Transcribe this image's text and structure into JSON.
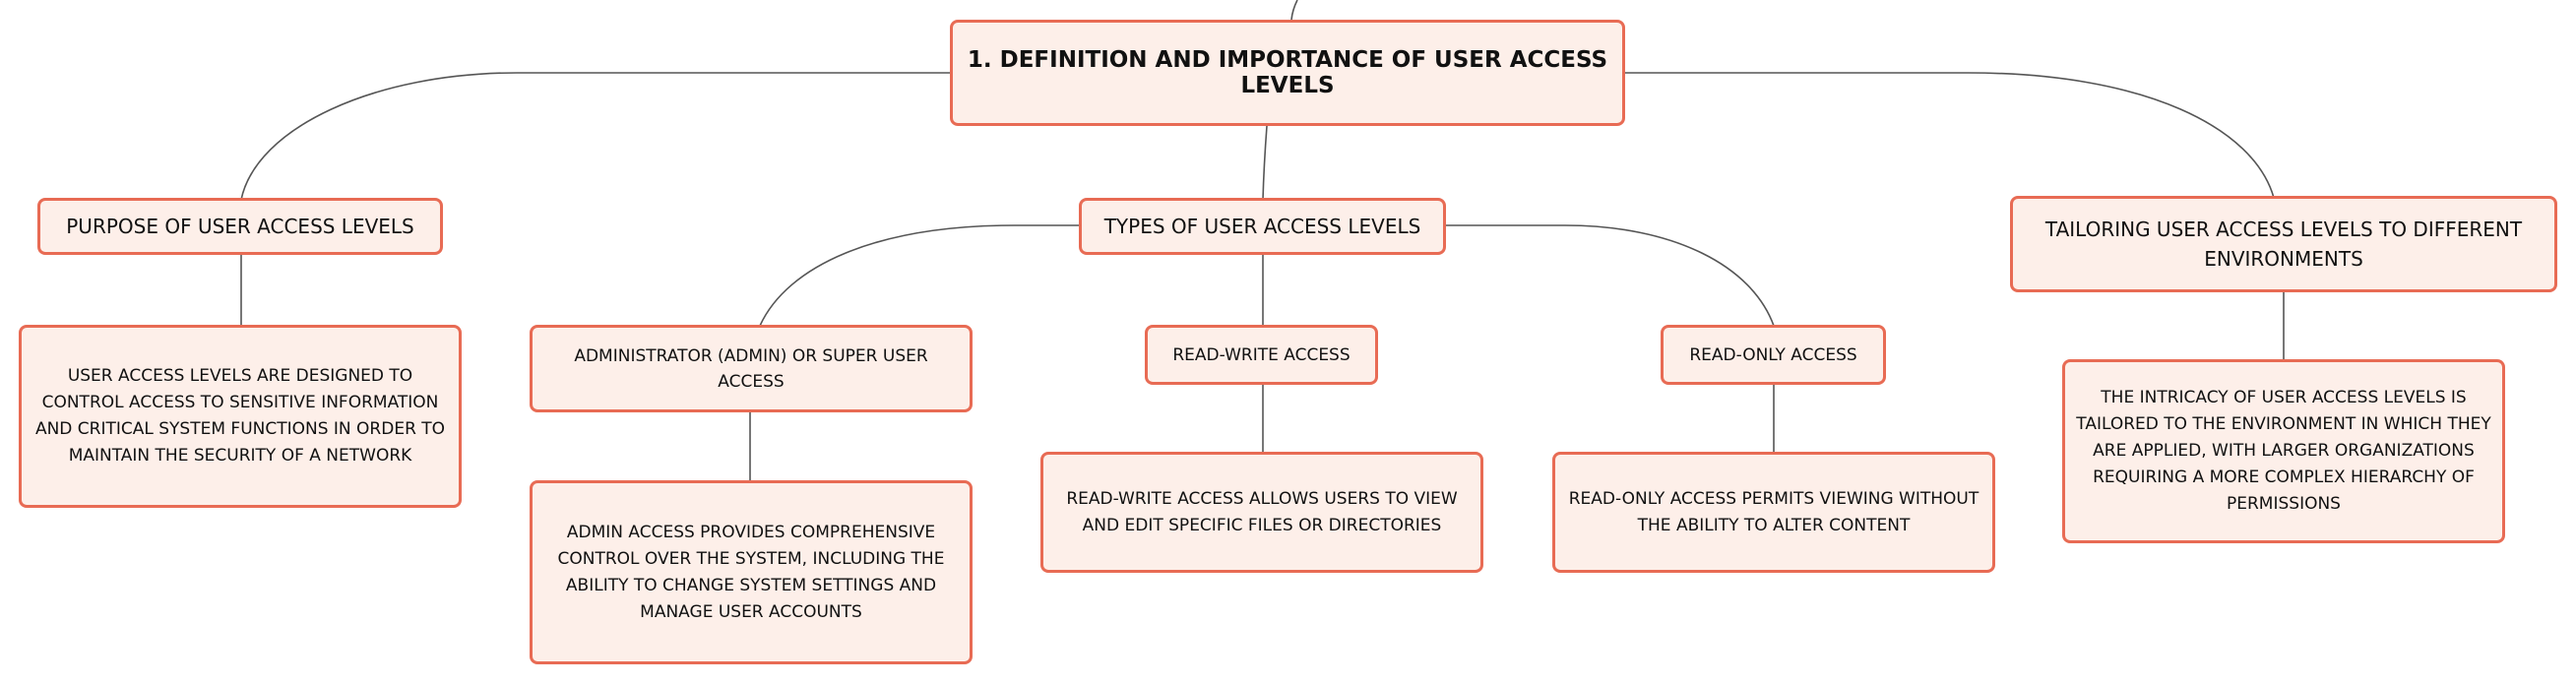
{
  "colors": {
    "node_fill": "#fdefe9",
    "node_border": "#e86b54",
    "link": "#555555"
  },
  "root": {
    "label": "1. DEFINITION AND IMPORTANCE OF USER ACCESS LEVELS"
  },
  "branches": {
    "purpose": {
      "label": "PURPOSE OF USER ACCESS LEVELS",
      "detail": "USER ACCESS LEVELS ARE DESIGNED TO CONTROL ACCESS TO SENSITIVE INFORMATION AND CRITICAL SYSTEM FUNCTIONS IN ORDER TO MAINTAIN THE SECURITY OF A NETWORK"
    },
    "types": {
      "label": "TYPES OF USER ACCESS LEVELS",
      "admin": {
        "label": "ADMINISTRATOR (ADMIN) OR SUPER USER ACCESS",
        "detail": "ADMIN ACCESS PROVIDES COMPREHENSIVE CONTROL OVER THE SYSTEM, INCLUDING THE ABILITY TO CHANGE SYSTEM SETTINGS AND MANAGE USER ACCOUNTS"
      },
      "read_write": {
        "label": "READ-WRITE ACCESS",
        "detail": "READ-WRITE ACCESS ALLOWS USERS TO VIEW AND EDIT SPECIFIC FILES OR DIRECTORIES"
      },
      "read_only": {
        "label": "READ-ONLY ACCESS",
        "detail": "READ-ONLY ACCESS PERMITS VIEWING WITHOUT THE ABILITY TO ALTER CONTENT"
      }
    },
    "tailoring": {
      "label": "TAILORING USER ACCESS LEVELS TO DIFFERENT ENVIRONMENTS",
      "detail": "THE INTRICACY OF USER ACCESS LEVELS IS TAILORED TO THE ENVIRONMENT IN WHICH THEY ARE APPLIED, WITH LARGER ORGANIZATIONS REQUIRING A MORE COMPLEX HIERARCHY OF PERMISSIONS"
    }
  }
}
